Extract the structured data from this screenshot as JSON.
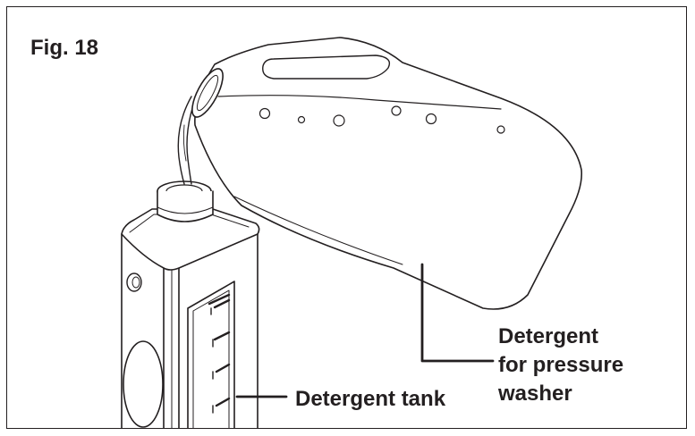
{
  "figure": {
    "number_label": "Fig. 18",
    "callouts": {
      "detergent_tank": "Detergent tank",
      "detergent_lines": [
        "Detergent",
        "for pressure",
        "washer"
      ]
    }
  },
  "colors": {
    "ink": "#231f20",
    "background": "#ffffff"
  },
  "icons": [
    "detergent-jug-icon",
    "detergent-tank-icon",
    "liquid-stream-icon"
  ]
}
